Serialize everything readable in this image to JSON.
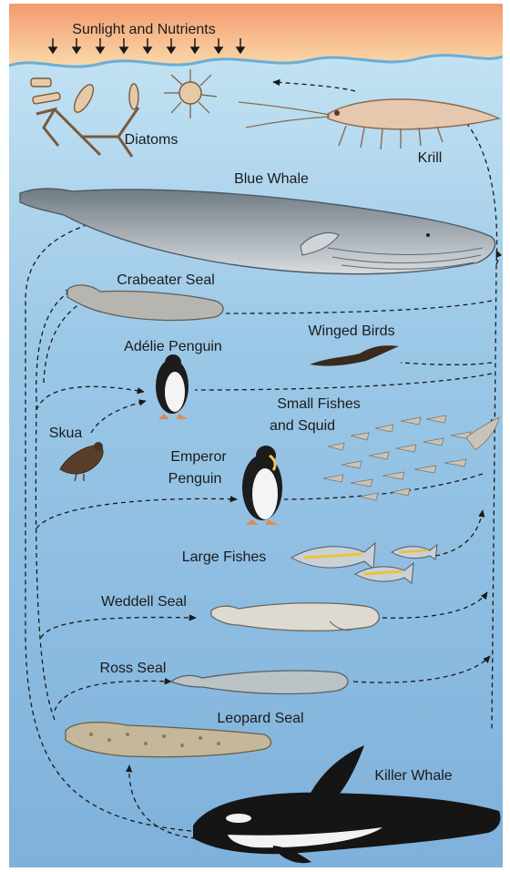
{
  "title": "Sunlight and Nutrients",
  "organisms": {
    "diatoms": "Diatoms",
    "krill": "Krill",
    "blue_whale": "Blue Whale",
    "crabeater_seal": "Crabeater Seal",
    "adelie_penguin": "Adélie Penguin",
    "winged_birds": "Winged Birds",
    "small_fishes_1": "Small Fishes",
    "small_fishes_2": "and Squid",
    "skua": "Skua",
    "emperor_penguin_1": "Emperor",
    "emperor_penguin_2": "Penguin",
    "large_fishes": "Large Fishes",
    "weddell_seal": "Weddell Seal",
    "ross_seal": "Ross Seal",
    "leopard_seal": "Leopard Seal",
    "killer_whale": "Killer Whale"
  },
  "colors": {
    "sky_top": "#f39a6e",
    "sky_bottom": "#fbe3b4",
    "water_top": "#bfe0f2",
    "water_bottom": "#7fb3dc",
    "arrow": "#1a1a1a"
  }
}
